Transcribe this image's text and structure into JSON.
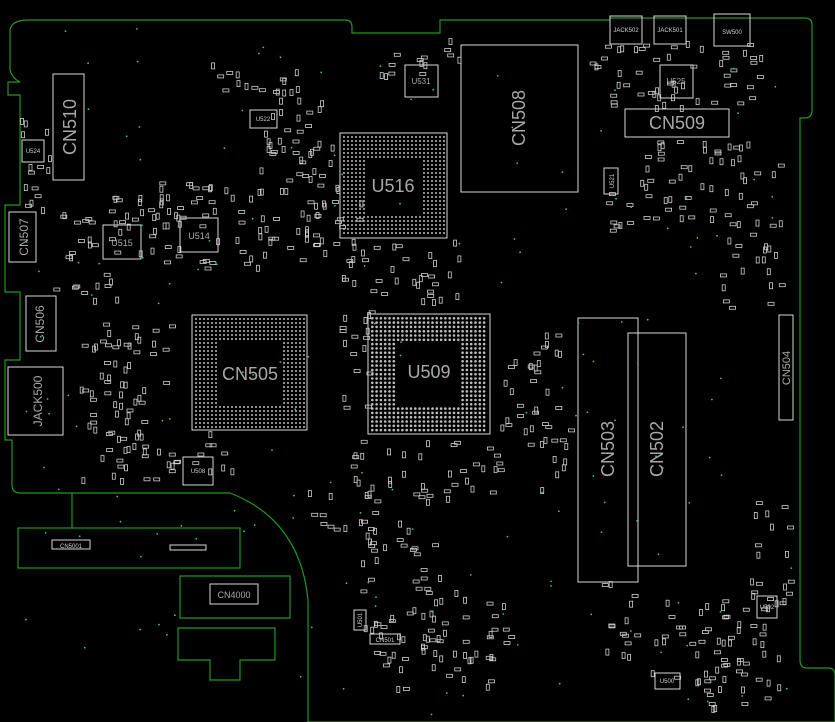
{
  "board": {
    "background": "#000000",
    "outline_color": "#1f9a1f",
    "silk_color": "#d8d8d8"
  },
  "labels": {
    "cn510": "CN510",
    "cn507": "CN507",
    "cn506": "CN506",
    "jack500": "JACK500",
    "cn508": "CN508",
    "cn509": "CN509",
    "cn505": "CN505",
    "cn503": "CN503",
    "cn502": "CN502",
    "u516": "U516",
    "u509": "U509",
    "u515": "U515",
    "u514": "U514",
    "u531": "U531",
    "u525": "U525",
    "u524": "U524",
    "u522": "U522",
    "u508": "U508",
    "u521": "U521",
    "u502": "U502",
    "cn504": "CN504",
    "cn4000": "CN4000",
    "cn5001": "CN5001",
    "cn501": "CN501",
    "jack502": "JACK502",
    "jack501": "JACK501",
    "sw500": "SW500",
    "u500": "U500",
    "u501": "U501"
  }
}
